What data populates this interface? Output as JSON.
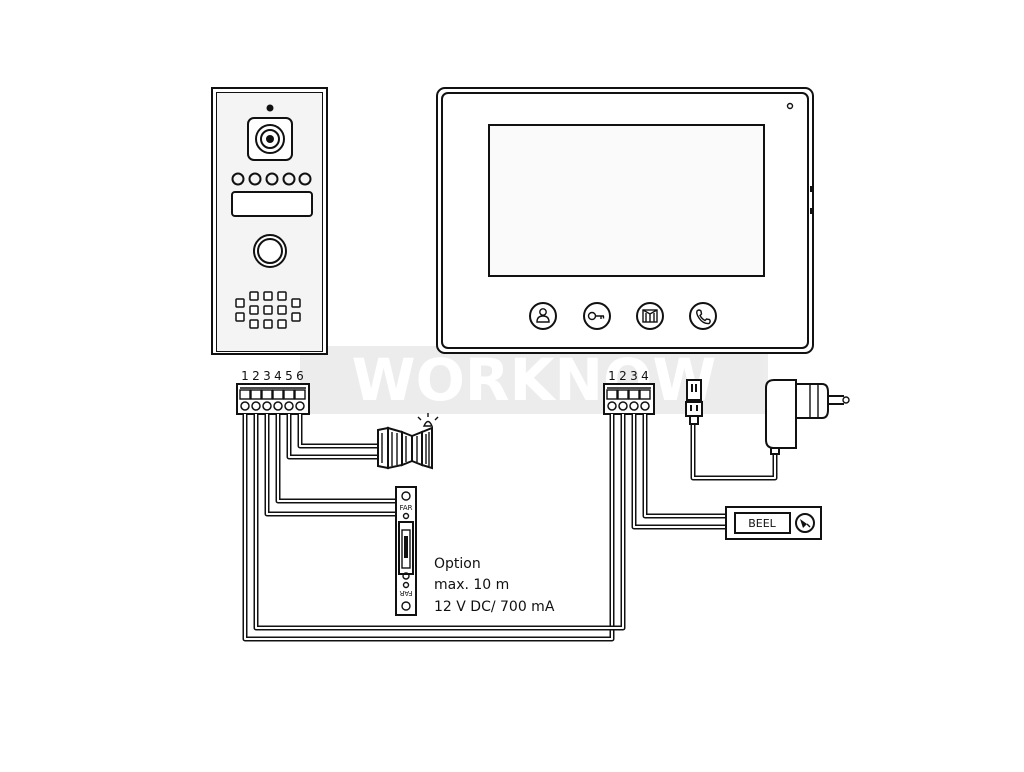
{
  "watermark": {
    "text": "WORKNOW"
  },
  "door_station": {
    "terminal_labels": [
      "1",
      "2",
      "3",
      "4",
      "5",
      "6"
    ]
  },
  "monitor": {
    "terminal_labels": [
      "1",
      "2",
      "3",
      "4"
    ],
    "buttons": [
      "intercom-icon",
      "key-icon",
      "gate-icon",
      "handset-icon"
    ]
  },
  "doorbell_button": {
    "label": "BEEL"
  },
  "door_lock": {
    "top_marking": "FAR",
    "bottom_marking": "FAR"
  },
  "lock_note": {
    "line1": "Option",
    "line2": "max. 10 m",
    "line3": "12 V DC/ 700 mA"
  }
}
